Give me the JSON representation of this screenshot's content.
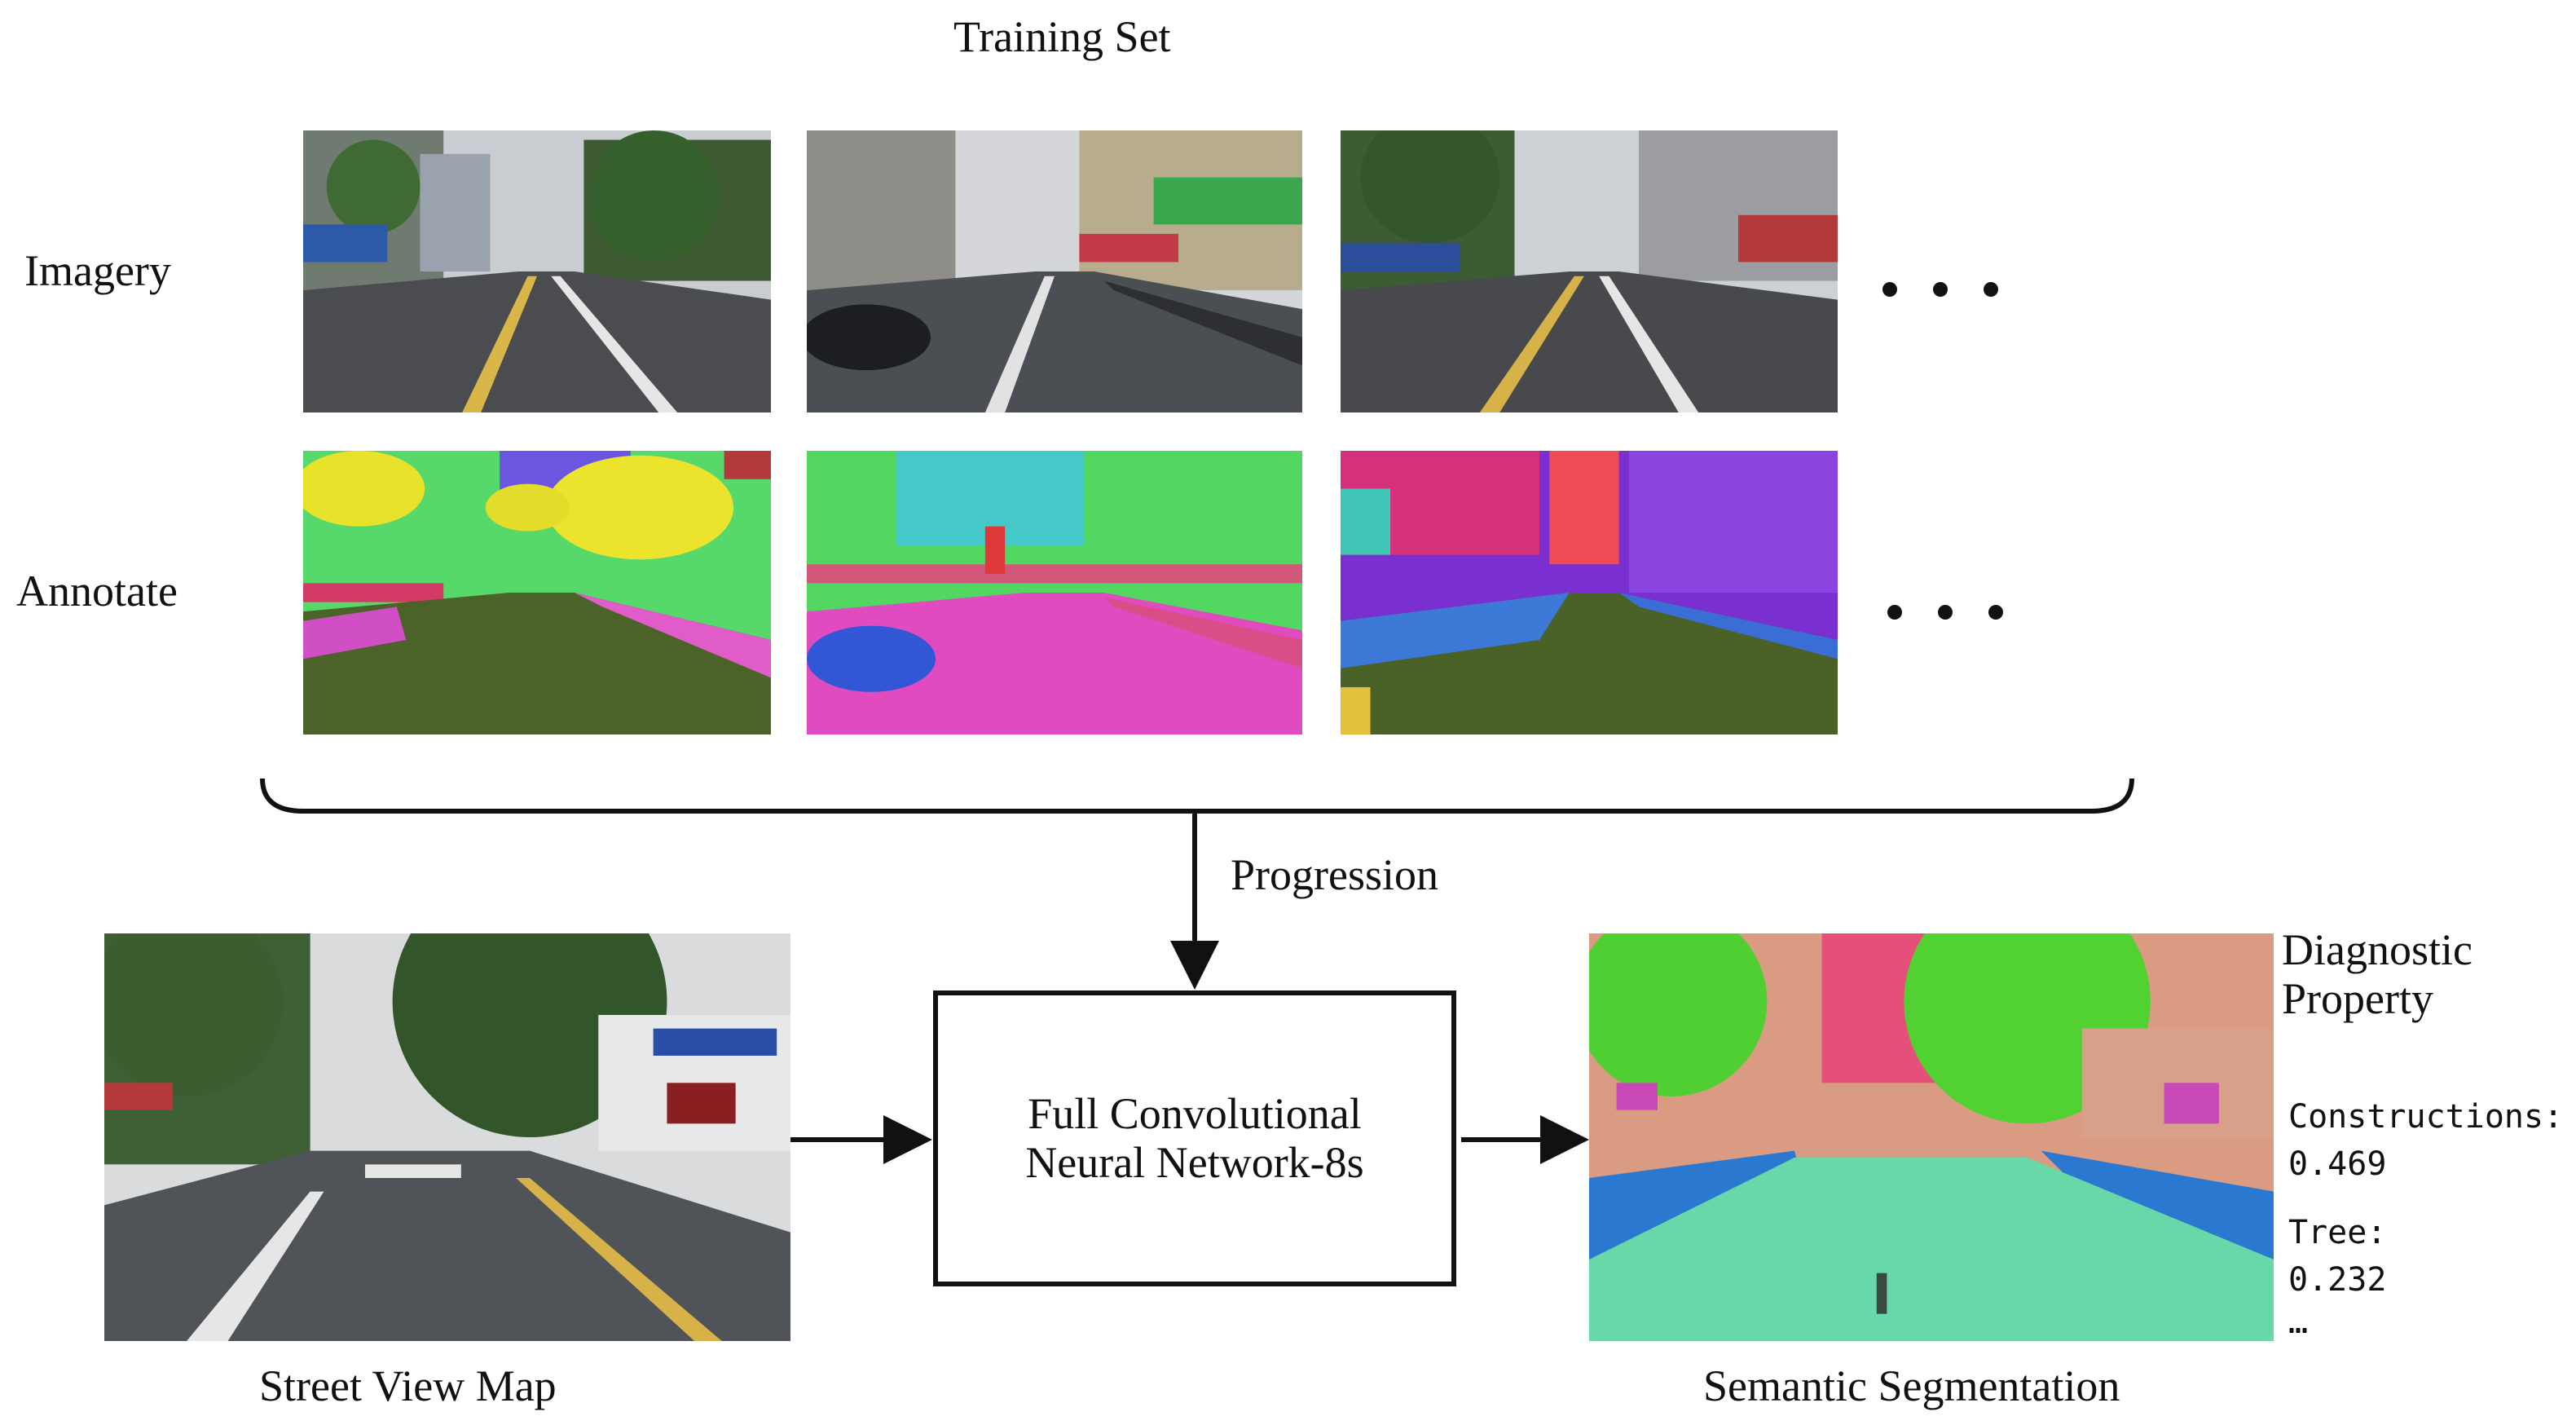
{
  "title": "Training Set",
  "row_labels": {
    "imagery": "Imagery",
    "annotate": "Annotate"
  },
  "ellipsis": "• • •",
  "progression": "Progression",
  "box": {
    "line1": "Full Convolutional",
    "line2": "Neural Network-8s"
  },
  "captions": {
    "input": "Street View Map",
    "output": "Semantic Segmentation"
  },
  "diagnostic": {
    "heading_line1": "Diagnostic",
    "heading_line2": "Property",
    "items": [
      {
        "label": "Constructions:",
        "value": "0.469"
      },
      {
        "label": "Tree:",
        "value": "0.232"
      }
    ],
    "more": "…"
  }
}
